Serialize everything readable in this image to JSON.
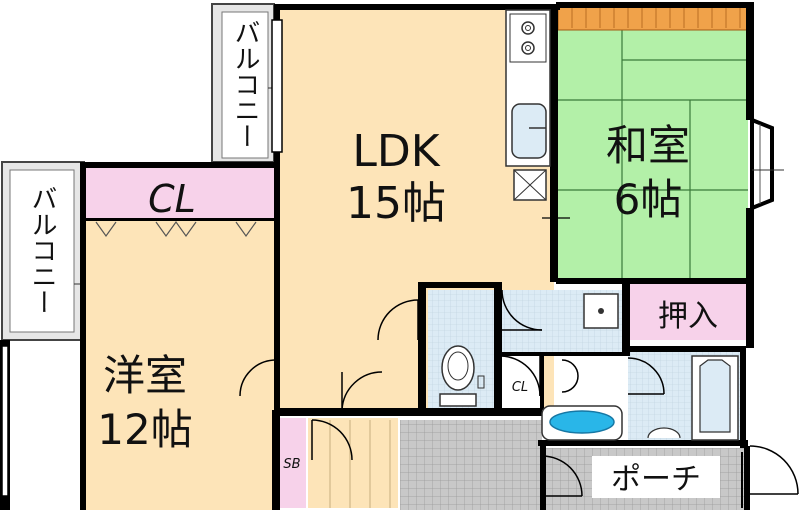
{
  "floor_plan": {
    "rooms": {
      "ldk": {
        "name": "LDK",
        "size": "15帖"
      },
      "washitsu": {
        "name": "和室",
        "size": "6帖"
      },
      "youshitsu": {
        "name": "洋室",
        "size": "12帖"
      }
    },
    "labels": {
      "balcony_upper": "バルコニー",
      "balcony_lower": "バルコニー",
      "closet_large": "CL",
      "closet_small": "CL",
      "oshiire": "押入",
      "shoe_box": "SB",
      "porch": "ポーチ"
    },
    "colors": {
      "ldk_floor": "#fde4b8",
      "tatami": "#b3f0a8",
      "closet": "#f7d2ea",
      "wet_area": "#dcebf5",
      "balcony": "#e6e6e6",
      "entrance_tile": "#c8c8c8",
      "wall": "#000000",
      "tub_water": "#29b6e8"
    }
  }
}
